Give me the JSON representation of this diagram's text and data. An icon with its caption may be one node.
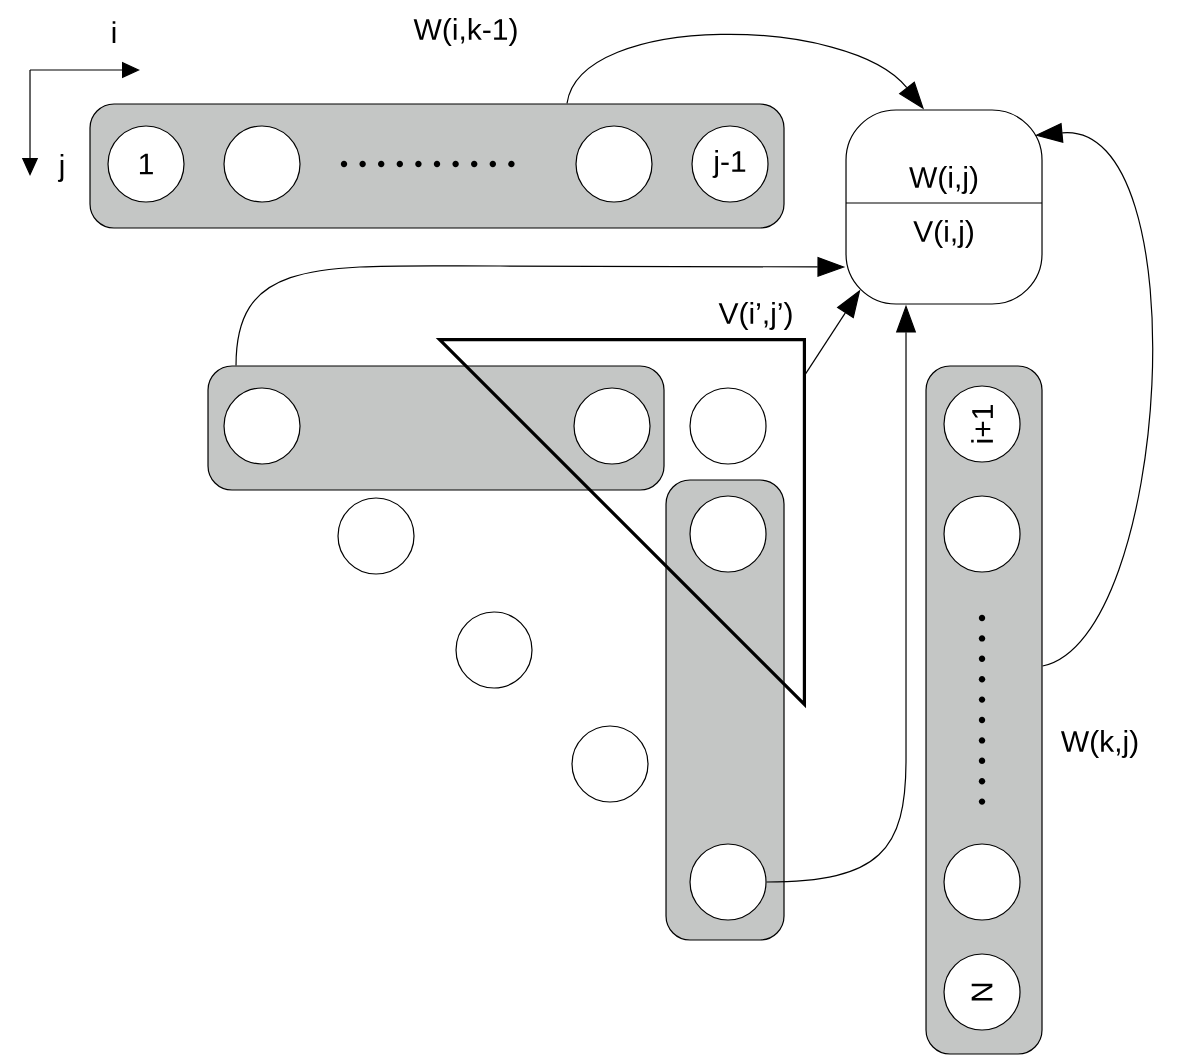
{
  "diagram": {
    "nodes": [
      {
        "text": [],
        "shape": "bar"
      },
      {
        "text": [
          "1"
        ],
        "in": 0
      },
      {
        "text": [],
        "shape": "circle",
        "in": 0
      },
      {
        "text": [],
        "shape": "circle",
        "in": 0
      },
      {
        "text": [
          "j-1"
        ],
        "in": 0
      },
      {
        "text": [
          "W(i,j)",
          "V(i,j)"
        ]
      },
      {
        "text": [],
        "shape": "bar"
      },
      {
        "text": [],
        "shape": "circle",
        "in": 6
      },
      {
        "text": [],
        "shape": "circle"
      },
      {
        "text": [],
        "shape": "circle",
        "in": 18
      },
      {
        "text": [],
        "shape": "bar"
      },
      {
        "text": [],
        "shape": "circle"
      },
      {
        "text": [],
        "shape": "circle",
        "in": 10
      },
      {
        "text": [],
        "shape": "bar"
      },
      {
        "text": [
          "i+1"
        ],
        "in": 13
      },
      {
        "text": [],
        "shape": "circle",
        "in": 13
      },
      {
        "text": [],
        "shape": "circle",
        "in": 13
      },
      {
        "text": [
          "N"
        ],
        "in": 13
      },
      {
        "text": [],
        "shape": "triangle"
      },
      {
        "text": [],
        "shape": "circle"
      },
      {
        "text": [],
        "shape": "circle"
      },
      {
        "text": [],
        "shape": "circle"
      }
    ],
    "edges": [
      {
        "from": 0,
        "to": 5,
        "arrow": "to",
        "label": "W(i,k-1)"
      },
      {
        "from": 6,
        "to": 5,
        "arrow": "to"
      },
      {
        "from": 18,
        "to": 5,
        "arrow": "to",
        "label": "V(i’,j’)"
      },
      {
        "from": 12,
        "to": 5,
        "arrow": "to"
      },
      {
        "from": 13,
        "to": 5,
        "arrow": "to",
        "label": "W(k,j)"
      }
    ],
    "labels": [
      "i",
      "j"
    ]
  }
}
